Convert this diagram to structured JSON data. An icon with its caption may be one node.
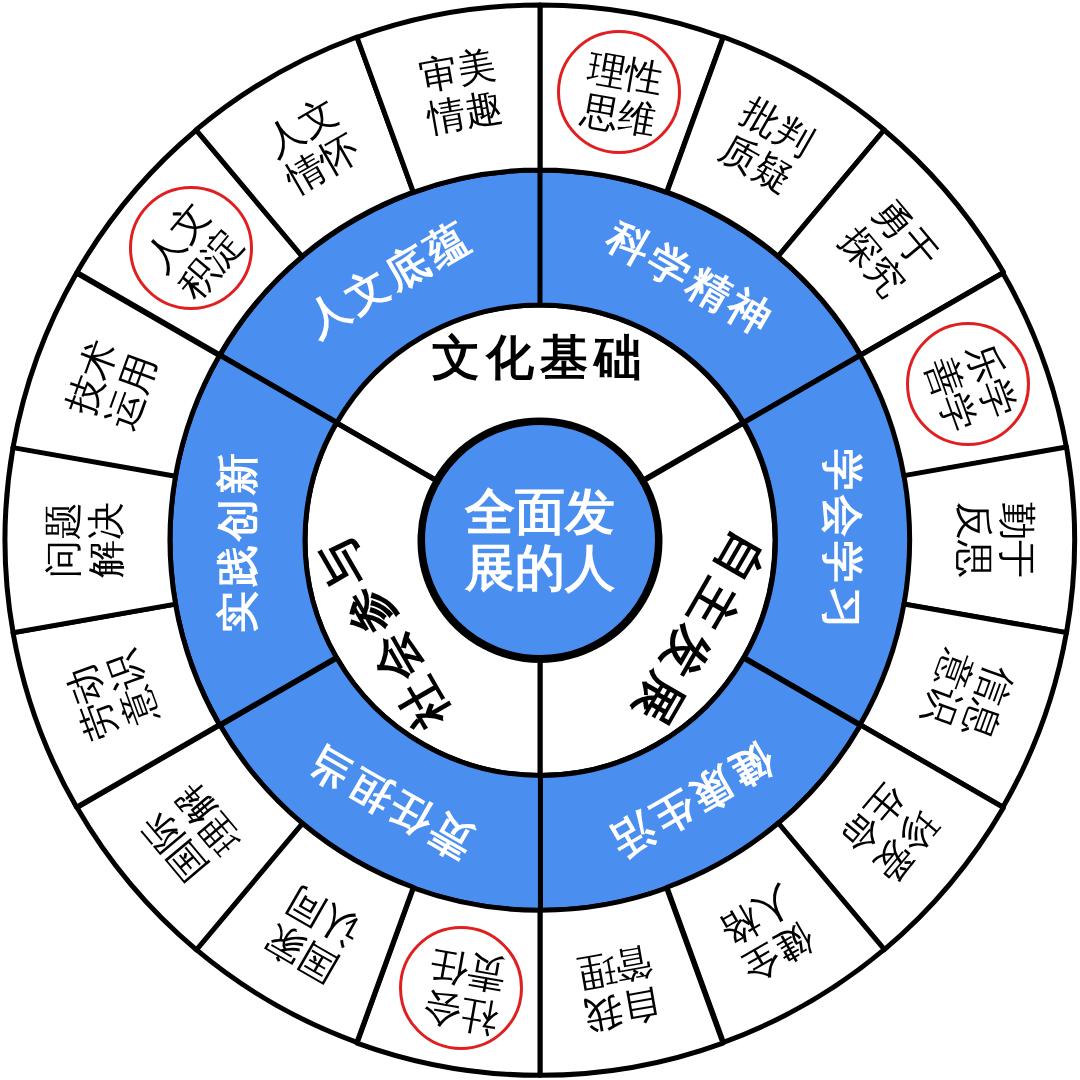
{
  "diagram": {
    "nodes": [
      {
        "text": [
          "全面发展的人"
        ]
      },
      {
        "text": [
          "文化基础"
        ]
      },
      {
        "text": [
          "自主发展"
        ]
      },
      {
        "text": [
          "社会参与"
        ]
      },
      {
        "text": [
          "人文底蕴"
        ]
      },
      {
        "text": [
          "科学精神"
        ]
      },
      {
        "text": [
          "学会学习"
        ]
      },
      {
        "text": [
          "健康生活"
        ]
      },
      {
        "text": [
          "责任担当"
        ]
      },
      {
        "text": [
          "实践创新"
        ]
      },
      {
        "text": [],
        "shape": "box"
      },
      {
        "text": [
          "理性思维"
        ],
        "in": 10
      },
      {
        "text": [
          "批判质疑"
        ]
      },
      {
        "text": [
          "勇于探究"
        ]
      },
      {
        "text": [],
        "shape": "box"
      },
      {
        "text": [
          "乐学善学"
        ],
        "in": 14
      },
      {
        "text": [
          "勤于反思"
        ]
      },
      {
        "text": [
          "信息意识"
        ]
      },
      {
        "text": [
          "珍爱生命"
        ]
      },
      {
        "text": [
          "健全人格"
        ]
      },
      {
        "text": [
          "自我管理"
        ]
      },
      {
        "text": [],
        "shape": "box"
      },
      {
        "text": [
          "社会责任"
        ],
        "in": 21
      },
      {
        "text": [
          "国家认同"
        ]
      },
      {
        "text": [
          "国际理解"
        ]
      },
      {
        "text": [
          "劳动意识"
        ]
      },
      {
        "text": [
          "问题解决"
        ]
      },
      {
        "text": [
          "技术运用"
        ]
      },
      {
        "text": [],
        "shape": "box"
      },
      {
        "text": [
          "人文积淀"
        ],
        "in": 28
      },
      {
        "text": [
          "人文情怀"
        ]
      },
      {
        "text": [
          "审美情趣"
        ]
      }
    ]
  }
}
